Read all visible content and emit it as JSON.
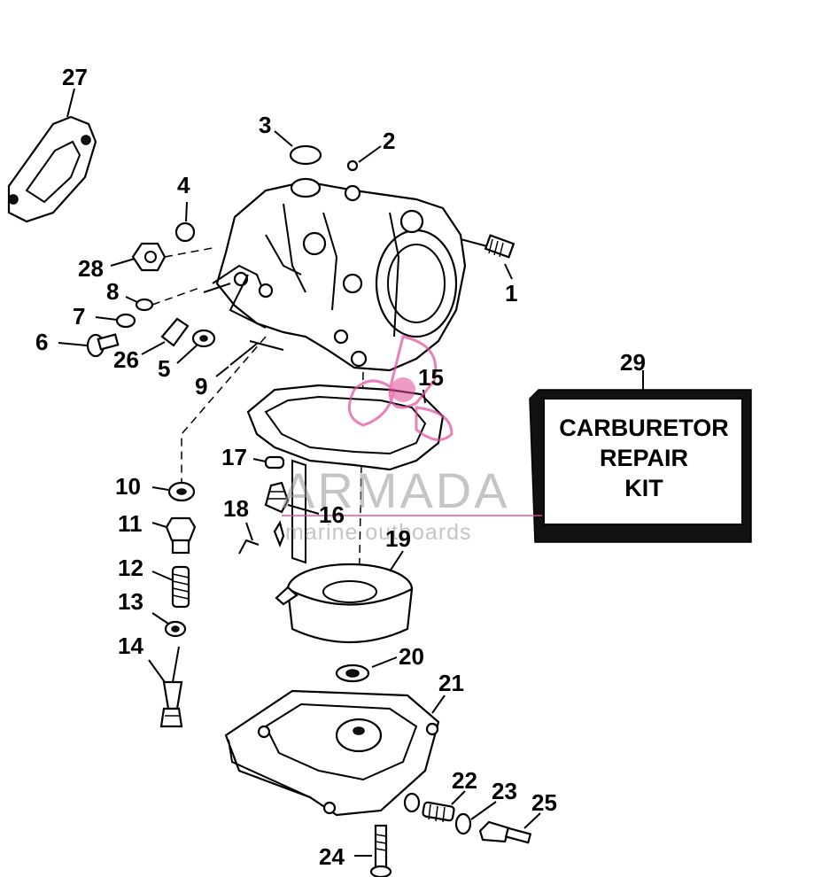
{
  "diagram": {
    "callouts": [
      "1",
      "2",
      "3",
      "4",
      "5",
      "6",
      "7",
      "8",
      "9",
      "10",
      "11",
      "12",
      "13",
      "14",
      "15",
      "16",
      "17",
      "18",
      "19",
      "20",
      "21",
      "22",
      "23",
      "24",
      "25",
      "26",
      "27",
      "28",
      "29"
    ],
    "kit_label": {
      "line1": "CARBURETOR",
      "line2": "REPAIR",
      "line3": "KIT"
    }
  },
  "watermark": {
    "brand": "ARMADA",
    "tagline": "marine outboards",
    "accent_color": "#e04a9a"
  }
}
